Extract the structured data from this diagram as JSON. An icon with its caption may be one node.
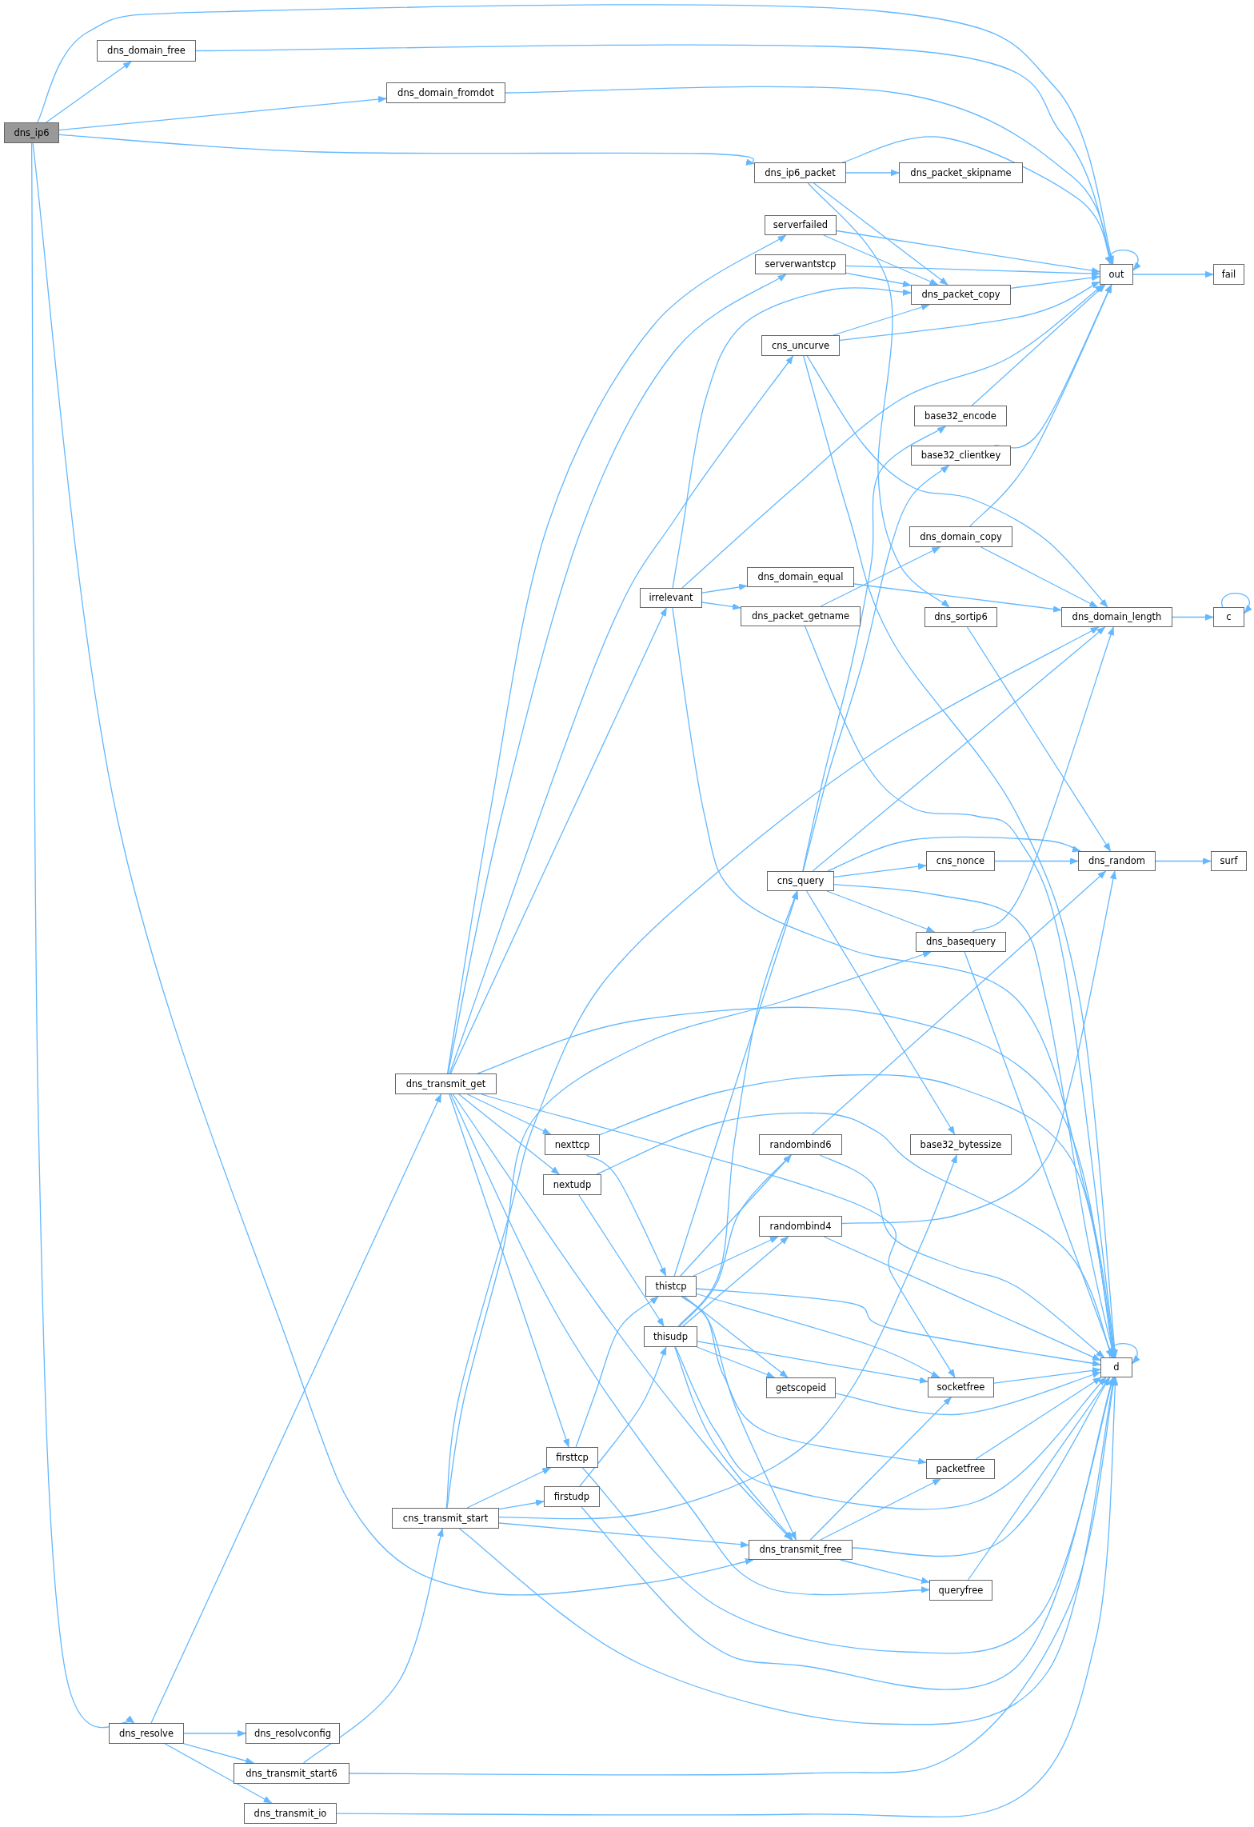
{
  "diagram": {
    "nodes": [
      {
        "text": [
          "dns_ip6"
        ]
      },
      {
        "text": [
          "dns_domain_free"
        ]
      },
      {
        "text": [
          "dns_domain_fromdot"
        ]
      },
      {
        "text": [
          "dns_resolve"
        ]
      },
      {
        "text": [
          "dns_transmit_get"
        ]
      },
      {
        "text": [
          "cns_transmit_start"
        ]
      },
      {
        "text": [
          "dns_resolvconfig"
        ]
      },
      {
        "text": [
          "dns_transmit_start6"
        ]
      },
      {
        "text": [
          "dns_transmit_io"
        ]
      },
      {
        "text": [
          "irrelevant"
        ]
      },
      {
        "text": [
          "nexttcp"
        ]
      },
      {
        "text": [
          "nextudp"
        ]
      },
      {
        "text": [
          "firsttcp"
        ]
      },
      {
        "text": [
          "firstudp"
        ]
      },
      {
        "text": [
          "thistcp"
        ]
      },
      {
        "text": [
          "thisudp"
        ]
      },
      {
        "text": [
          "dns_ip6_packet"
        ]
      },
      {
        "text": [
          "serverfailed"
        ]
      },
      {
        "text": [
          "serverwantstcp"
        ]
      },
      {
        "text": [
          "cns_uncurve"
        ]
      },
      {
        "text": [
          "dns_domain_equal"
        ]
      },
      {
        "text": [
          "dns_packet_getname"
        ]
      },
      {
        "text": [
          "cns_query"
        ]
      },
      {
        "text": [
          "randombind6"
        ]
      },
      {
        "text": [
          "randombind4"
        ]
      },
      {
        "text": [
          "getscopeid"
        ]
      },
      {
        "text": [
          "dns_transmit_free"
        ]
      },
      {
        "text": [
          "dns_packet_skipname"
        ]
      },
      {
        "text": [
          "dns_packet_copy"
        ]
      },
      {
        "text": [
          "base32_encode"
        ]
      },
      {
        "text": [
          "base32_clientkey"
        ]
      },
      {
        "text": [
          "dns_domain_copy"
        ]
      },
      {
        "text": [
          "dns_sortip6"
        ]
      },
      {
        "text": [
          "cns_nonce"
        ]
      },
      {
        "text": [
          "dns_basequery"
        ]
      },
      {
        "text": [
          "base32_bytessize"
        ]
      },
      {
        "text": [
          "socketfree"
        ]
      },
      {
        "text": [
          "packetfree"
        ]
      },
      {
        "text": [
          "queryfree"
        ]
      },
      {
        "text": [
          "out"
        ]
      },
      {
        "text": [
          "dns_domain_length"
        ]
      },
      {
        "text": [
          "dns_random"
        ]
      },
      {
        "text": [
          "d"
        ]
      },
      {
        "text": [
          "fail"
        ]
      },
      {
        "text": [
          "c"
        ]
      },
      {
        "text": [
          "surf"
        ]
      }
    ],
    "edges": [
      {
        "from": 0,
        "to": 39,
        "arrow": "to"
      },
      {
        "from": 0,
        "to": 1,
        "arrow": "to"
      },
      {
        "from": 0,
        "to": 2,
        "arrow": "to"
      },
      {
        "from": 0,
        "to": 16,
        "arrow": "to"
      },
      {
        "from": 0,
        "to": 26,
        "arrow": "to"
      },
      {
        "from": 0,
        "to": 3,
        "arrow": "to"
      },
      {
        "from": 1,
        "to": 39,
        "arrow": "to"
      },
      {
        "from": 2,
        "to": 39,
        "arrow": "to"
      },
      {
        "from": 16,
        "to": 39,
        "arrow": "to"
      },
      {
        "from": 16,
        "to": 27,
        "arrow": "to"
      },
      {
        "from": 16,
        "to": 28,
        "arrow": "to"
      },
      {
        "from": 16,
        "to": 32,
        "arrow": "to"
      },
      {
        "from": 39,
        "to": 39,
        "arrow": "to"
      },
      {
        "from": 39,
        "to": 43,
        "arrow": "to"
      },
      {
        "from": 17,
        "to": 39,
        "arrow": "to"
      },
      {
        "from": 17,
        "to": 28,
        "arrow": "to"
      },
      {
        "from": 18,
        "to": 39,
        "arrow": "to"
      },
      {
        "from": 18,
        "to": 28,
        "arrow": "to"
      },
      {
        "from": 28,
        "to": 39,
        "arrow": "to"
      },
      {
        "from": 19,
        "to": 28,
        "arrow": "to"
      },
      {
        "from": 19,
        "to": 39,
        "arrow": "to"
      },
      {
        "from": 19,
        "to": 40,
        "arrow": "to"
      },
      {
        "from": 19,
        "to": 42,
        "arrow": "to"
      },
      {
        "from": 29,
        "to": 39,
        "arrow": "to"
      },
      {
        "from": 30,
        "to": 39,
        "arrow": "to"
      },
      {
        "from": 31,
        "to": 39,
        "arrow": "to"
      },
      {
        "from": 31,
        "to": 40,
        "arrow": "to"
      },
      {
        "from": 9,
        "to": 28,
        "arrow": "to"
      },
      {
        "from": 9,
        "to": 39,
        "arrow": "to"
      },
      {
        "from": 9,
        "to": 20,
        "arrow": "to"
      },
      {
        "from": 9,
        "to": 21,
        "arrow": "to"
      },
      {
        "from": 9,
        "to": 42,
        "arrow": "to"
      },
      {
        "from": 20,
        "to": 40,
        "arrow": "to"
      },
      {
        "from": 21,
        "to": 31,
        "arrow": "to"
      },
      {
        "from": 21,
        "to": 42,
        "arrow": "to"
      },
      {
        "from": 32,
        "to": 41,
        "arrow": "to"
      },
      {
        "from": 40,
        "to": 44,
        "arrow": "to"
      },
      {
        "from": 44,
        "to": 44,
        "arrow": "to"
      },
      {
        "from": 22,
        "to": 29,
        "arrow": "to"
      },
      {
        "from": 22,
        "to": 30,
        "arrow": "to"
      },
      {
        "from": 22,
        "to": 40,
        "arrow": "to"
      },
      {
        "from": 22,
        "to": 41,
        "arrow": "to"
      },
      {
        "from": 22,
        "to": 33,
        "arrow": "to"
      },
      {
        "from": 22,
        "to": 34,
        "arrow": "to"
      },
      {
        "from": 22,
        "to": 42,
        "arrow": "to"
      },
      {
        "from": 22,
        "to": 35,
        "arrow": "to"
      },
      {
        "from": 33,
        "to": 41,
        "arrow": "to"
      },
      {
        "from": 41,
        "to": 45,
        "arrow": "to"
      },
      {
        "from": 34,
        "to": 40,
        "arrow": "to"
      },
      {
        "from": 34,
        "to": 42,
        "arrow": "to"
      },
      {
        "from": 4,
        "to": 17,
        "arrow": "to"
      },
      {
        "from": 4,
        "to": 18,
        "arrow": "to"
      },
      {
        "from": 4,
        "to": 19,
        "arrow": "to"
      },
      {
        "from": 4,
        "to": 9,
        "arrow": "to"
      },
      {
        "from": 4,
        "to": 42,
        "arrow": "to"
      },
      {
        "from": 4,
        "to": 10,
        "arrow": "to"
      },
      {
        "from": 4,
        "to": 11,
        "arrow": "to"
      },
      {
        "from": 4,
        "to": 36,
        "arrow": "to"
      },
      {
        "from": 4,
        "to": 12,
        "arrow": "to"
      },
      {
        "from": 4,
        "to": 26,
        "arrow": "to"
      },
      {
        "from": 4,
        "to": 38,
        "arrow": "to"
      },
      {
        "from": 10,
        "to": 42,
        "arrow": "to"
      },
      {
        "from": 10,
        "to": 14,
        "arrow": "to"
      },
      {
        "from": 11,
        "to": 42,
        "arrow": "to"
      },
      {
        "from": 11,
        "to": 15,
        "arrow": "to"
      },
      {
        "from": 23,
        "to": 41,
        "arrow": "to"
      },
      {
        "from": 23,
        "to": 42,
        "arrow": "to"
      },
      {
        "from": 24,
        "to": 41,
        "arrow": "to"
      },
      {
        "from": 24,
        "to": 42,
        "arrow": "to"
      },
      {
        "from": 14,
        "to": 22,
        "arrow": "to"
      },
      {
        "from": 14,
        "to": 23,
        "arrow": "to"
      },
      {
        "from": 14,
        "to": 24,
        "arrow": "to"
      },
      {
        "from": 14,
        "to": 42,
        "arrow": "to"
      },
      {
        "from": 14,
        "to": 36,
        "arrow": "to"
      },
      {
        "from": 14,
        "to": 25,
        "arrow": "to"
      },
      {
        "from": 14,
        "to": 37,
        "arrow": "to"
      },
      {
        "from": 14,
        "to": 26,
        "arrow": "to"
      },
      {
        "from": 15,
        "to": 22,
        "arrow": "to"
      },
      {
        "from": 15,
        "to": 23,
        "arrow": "to"
      },
      {
        "from": 15,
        "to": 24,
        "arrow": "to"
      },
      {
        "from": 15,
        "to": 25,
        "arrow": "to"
      },
      {
        "from": 15,
        "to": 36,
        "arrow": "to"
      },
      {
        "from": 15,
        "to": 42,
        "arrow": "to"
      },
      {
        "from": 15,
        "to": 26,
        "arrow": "to"
      },
      {
        "from": 42,
        "to": 42,
        "arrow": "to"
      },
      {
        "from": 25,
        "to": 42,
        "arrow": "to"
      },
      {
        "from": 36,
        "to": 42,
        "arrow": "to"
      },
      {
        "from": 12,
        "to": 14,
        "arrow": "to"
      },
      {
        "from": 12,
        "to": 42,
        "arrow": "to"
      },
      {
        "from": 13,
        "to": 15,
        "arrow": "to"
      },
      {
        "from": 13,
        "to": 42,
        "arrow": "to"
      },
      {
        "from": 37,
        "to": 42,
        "arrow": "to"
      },
      {
        "from": 5,
        "to": 40,
        "arrow": "to"
      },
      {
        "from": 5,
        "to": 34,
        "arrow": "to"
      },
      {
        "from": 5,
        "to": 12,
        "arrow": "to"
      },
      {
        "from": 5,
        "to": 13,
        "arrow": "to"
      },
      {
        "from": 5,
        "to": 35,
        "arrow": "to"
      },
      {
        "from": 5,
        "to": 26,
        "arrow": "to"
      },
      {
        "from": 5,
        "to": 42,
        "arrow": "to"
      },
      {
        "from": 26,
        "to": 36,
        "arrow": "to"
      },
      {
        "from": 26,
        "to": 37,
        "arrow": "to"
      },
      {
        "from": 26,
        "to": 38,
        "arrow": "to"
      },
      {
        "from": 26,
        "to": 42,
        "arrow": "to"
      },
      {
        "from": 38,
        "to": 42,
        "arrow": "to"
      },
      {
        "from": 3,
        "to": 4,
        "arrow": "to"
      },
      {
        "from": 3,
        "to": 6,
        "arrow": "to"
      },
      {
        "from": 3,
        "to": 7,
        "arrow": "to"
      },
      {
        "from": 3,
        "to": 8,
        "arrow": "to"
      },
      {
        "from": 7,
        "to": 5,
        "arrow": "to"
      },
      {
        "from": 7,
        "to": 42,
        "arrow": "to"
      },
      {
        "from": 8,
        "to": 42,
        "arrow": "to"
      }
    ]
  }
}
